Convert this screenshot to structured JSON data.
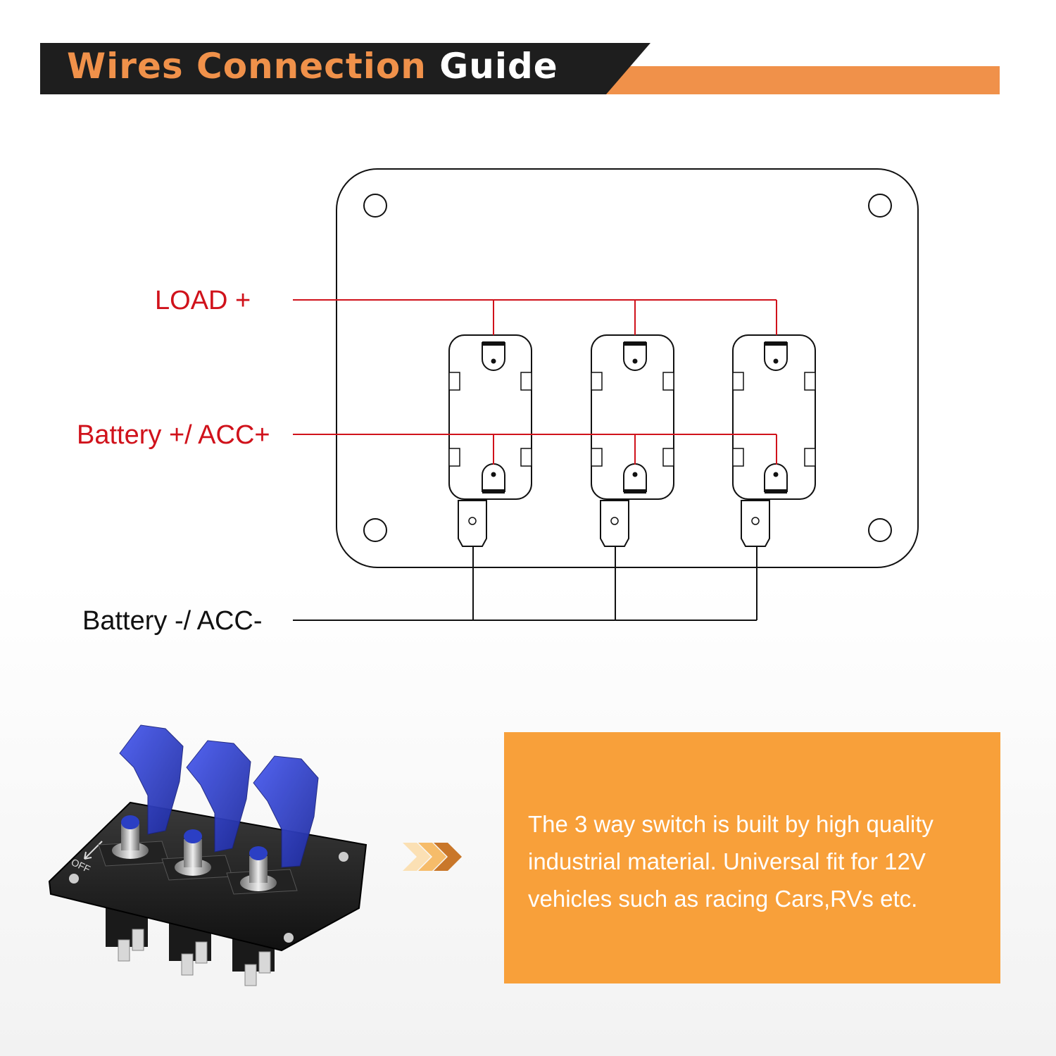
{
  "header": {
    "title_part1": "Wires Connection",
    "title_part2": "Guide",
    "colors": {
      "bar": "#1e1e1e",
      "accent": "#f0914a"
    }
  },
  "diagram": {
    "labels": {
      "load": "LOAD +",
      "battery_positive": "Battery +/ ACC+",
      "battery_negative": "Battery -/ ACC-"
    },
    "switch_count": 3,
    "colors": {
      "positive_wire": "#d0121b",
      "negative_wire": "#111111",
      "outline": "#111111"
    }
  },
  "product": {
    "image": "three-gang-toggle-switch-panel-icon",
    "cover_color": "#2b3fc4",
    "panel_marking": "OFF"
  },
  "info": {
    "text": "The 3 way switch is built by high quality industrial material. Universal fit for 12V vehicles such as racing Cars,RVs etc.",
    "background": "#f8a03a",
    "arrow_icon": "triple-chevron-right-icon"
  }
}
